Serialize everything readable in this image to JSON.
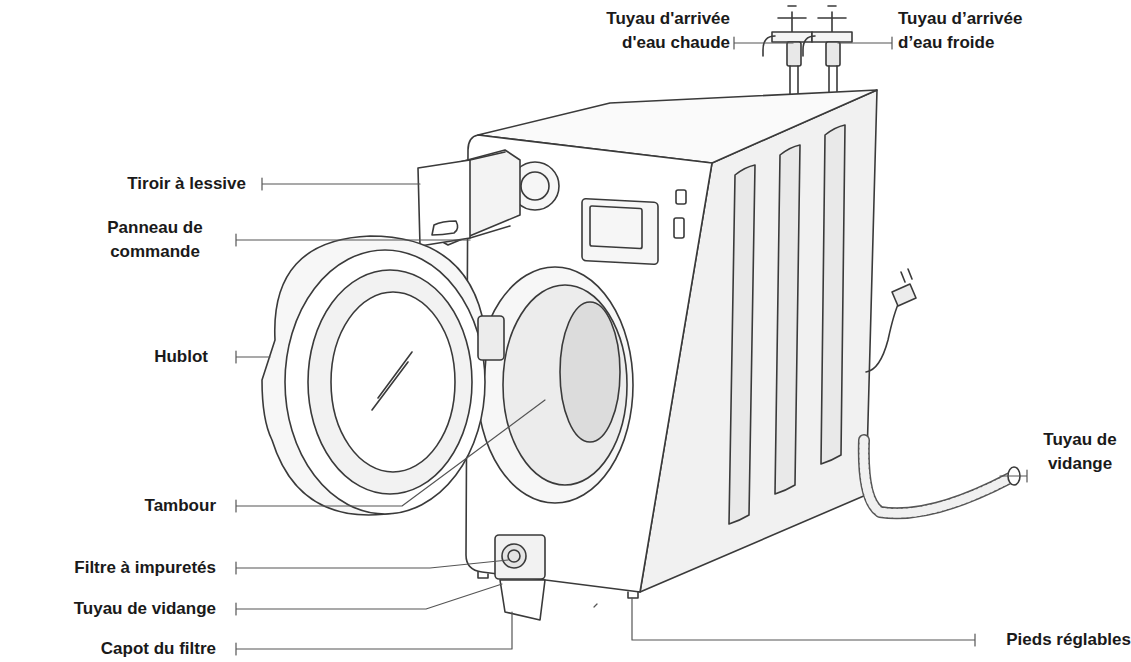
{
  "diagram": {
    "labels": [
      "Tuyau d'arrivée d'eau chaude",
      "Tuyau d’arrivée d’eau froide",
      "Tiroir à lessive",
      "Panneau de commande",
      "Hublot",
      "Tambour",
      "Filtre à impuretés",
      "Tuyau de vidange",
      "Capot du filtre",
      "Tuyau de vidange",
      "Pieds réglables"
    ]
  }
}
